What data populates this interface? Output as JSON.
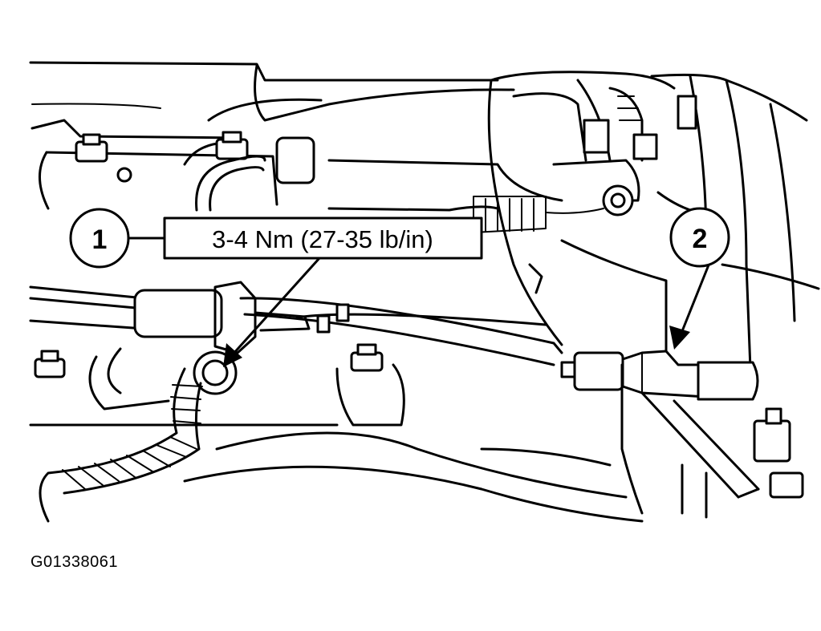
{
  "callouts": [
    {
      "number": "1"
    },
    {
      "number": "2"
    }
  ],
  "torque_label": "3-4 Nm (27-35 lb/in)",
  "figure_id": "G01338061"
}
